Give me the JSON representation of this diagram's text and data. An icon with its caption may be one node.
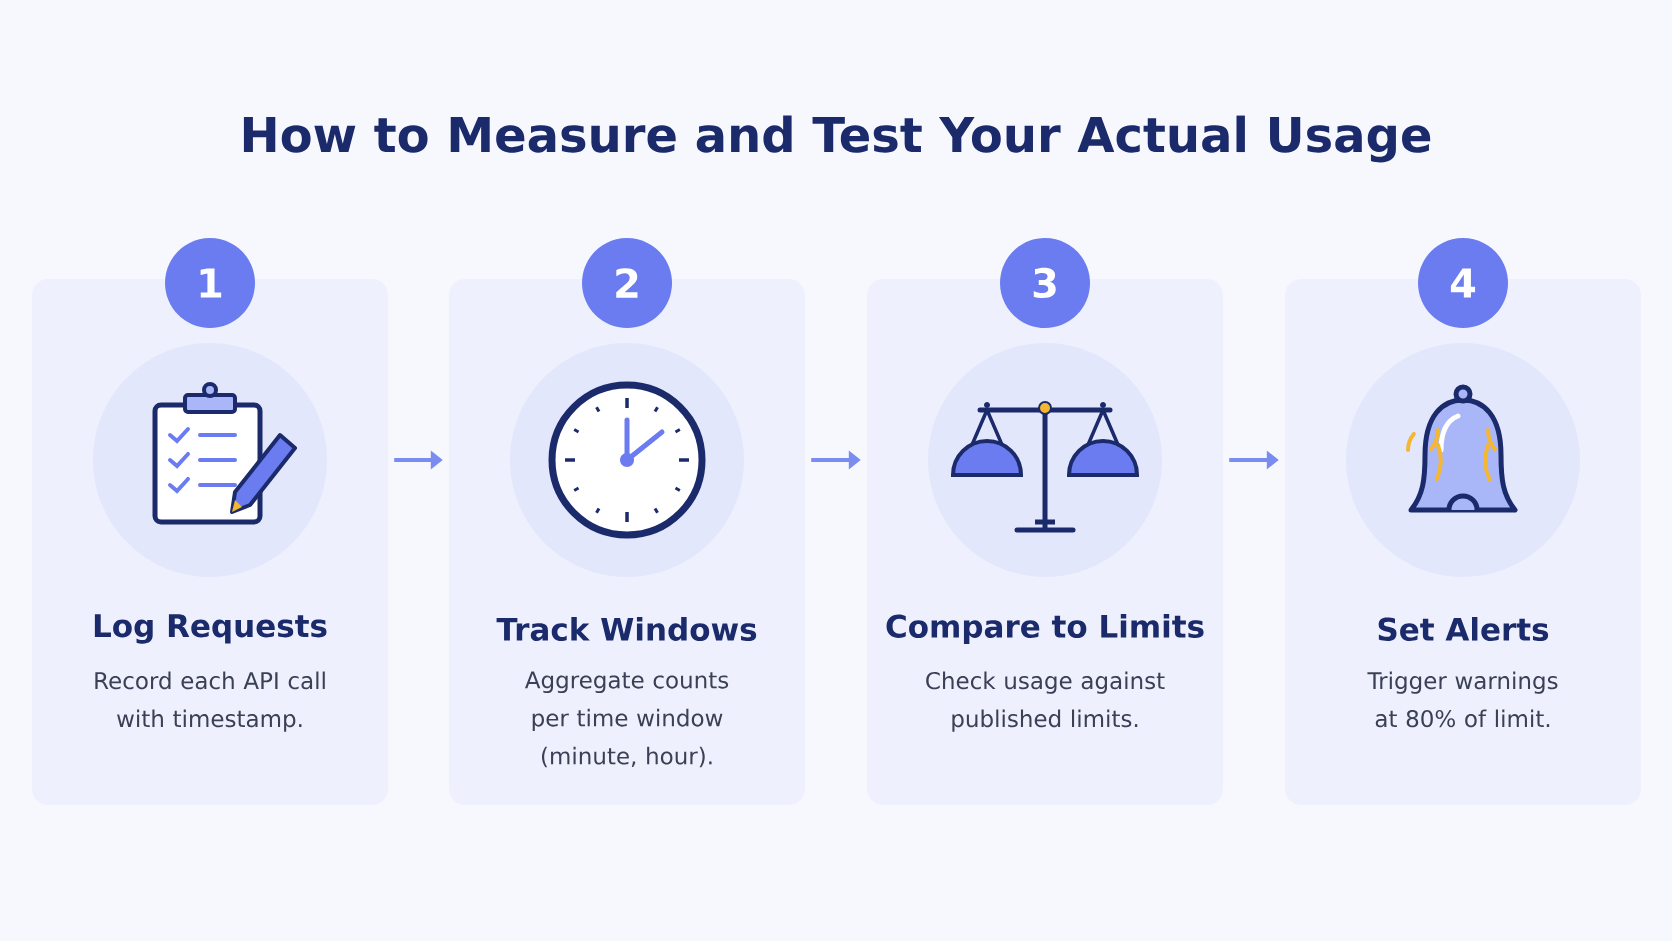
{
  "diagram": {
    "title": "How to Measure and Test Your Actual Usage",
    "nodes": [
      {
        "text": [
          "1"
        ]
      },
      {
        "text": [
          "2"
        ]
      },
      {
        "text": [
          "3"
        ]
      },
      {
        "text": [
          "4"
        ]
      },
      {
        "text": [
          "Log Requests",
          "Record each API call with timestamp."
        ]
      },
      {
        "text": [
          "Track Windows",
          "Aggregate counts per time window (minute, hour)."
        ]
      },
      {
        "text": [
          "Compare to Limits",
          "Check usage against published limits."
        ]
      },
      {
        "text": [
          "Set Alerts",
          "Trigger warnings at 80% of limit."
        ]
      }
    ],
    "edges": [
      {
        "from": 4,
        "to": 5,
        "arrow": "to"
      },
      {
        "from": 5,
        "to": 6,
        "arrow": "to"
      },
      {
        "from": 6,
        "to": 7,
        "arrow": "to"
      }
    ]
  }
}
